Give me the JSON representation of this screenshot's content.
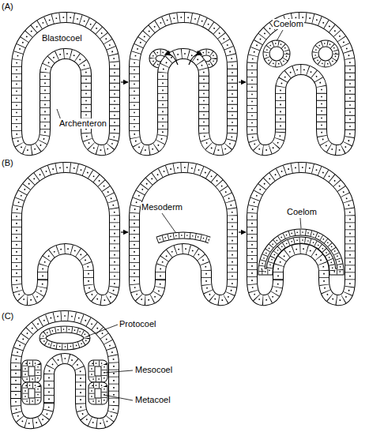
{
  "diagram": {
    "labels": [
      "(A)",
      "Blastocoel",
      "Coelom",
      "Archenteron",
      "(B)",
      "Mesoderm",
      "Coelom",
      "(C)",
      "Protocoel",
      "Mesocoel",
      "Metacoel"
    ]
  }
}
